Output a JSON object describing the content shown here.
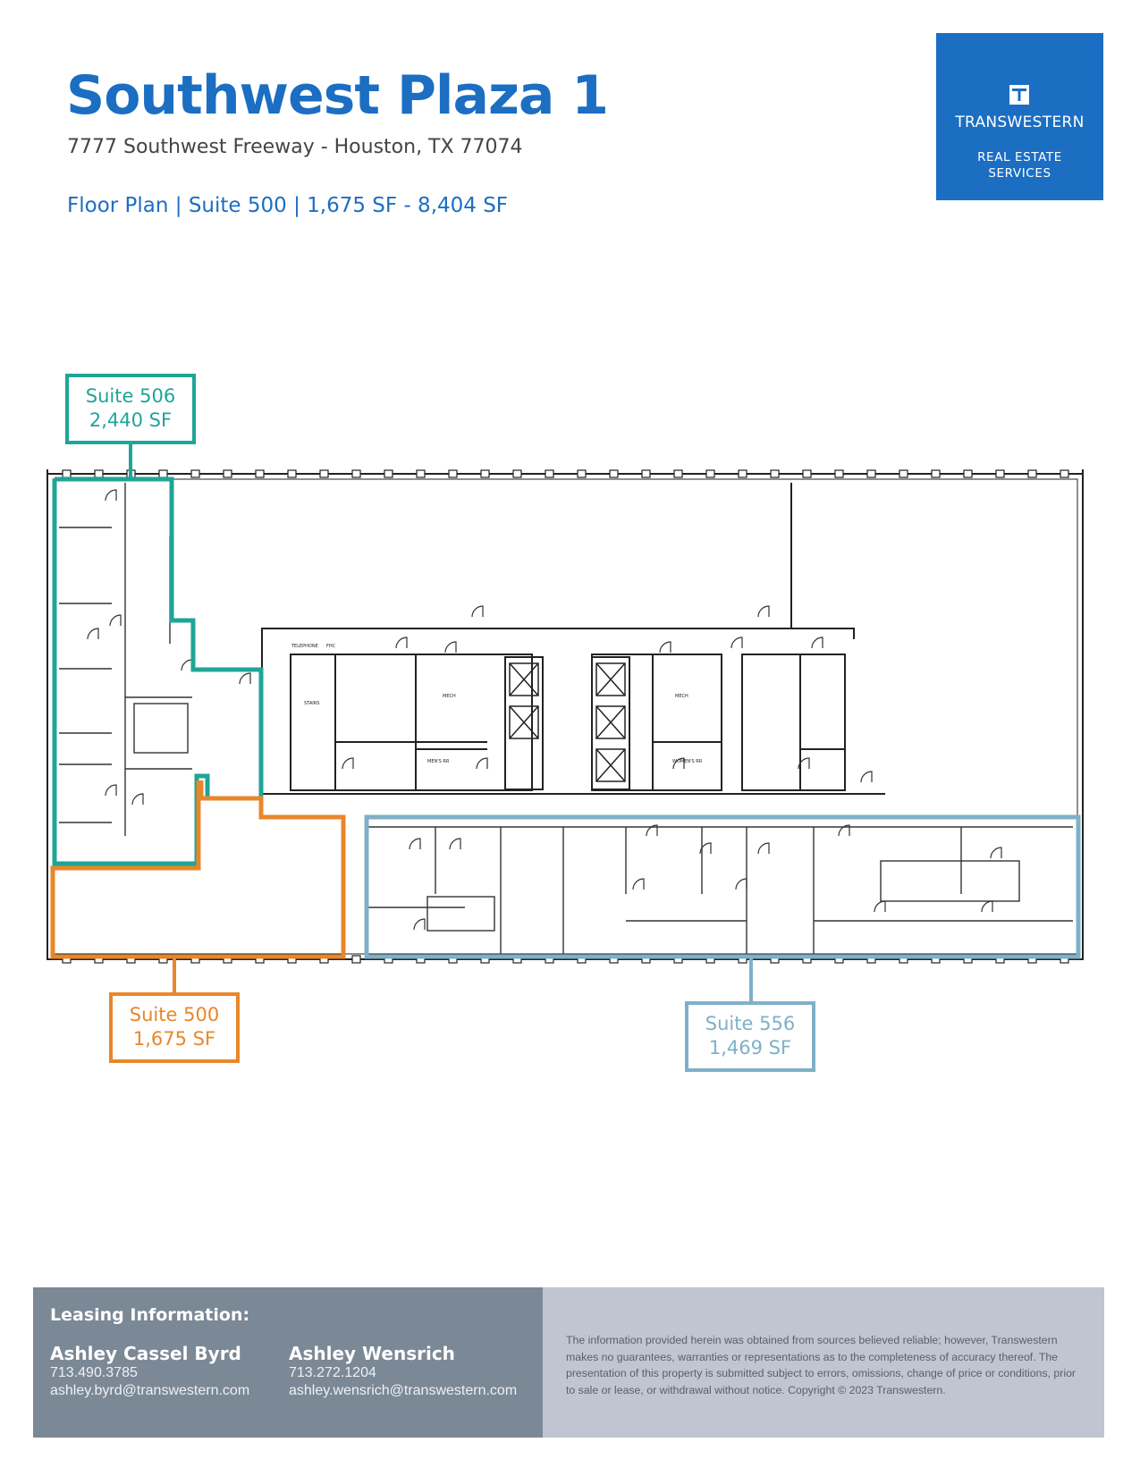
{
  "header": {
    "title": "Southwest Plaza 1",
    "address": "7777 Southwest Freeway - Houston, TX 77074",
    "subtitle": "Floor Plan | Suite 500 |  1,675 SF - 8,404 SF"
  },
  "logo": {
    "name": "TRANSWESTERN",
    "tagline": "REAL ESTATE\nSERVICES",
    "color": "#1b6ec2"
  },
  "plan": {
    "suites": [
      {
        "name": "Suite 506",
        "area": "2,440 SF",
        "color": "#1fa597"
      },
      {
        "name": "Suite 500",
        "area": "1,675 SF",
        "color": "#e8872a"
      },
      {
        "name": "Suite 556",
        "area": "1,469 SF",
        "color": "#7fb0c8"
      }
    ],
    "room_labels": [
      "STAIRS",
      "MECH",
      "MEN'S RR",
      "MECH",
      "WOMEN'S RR",
      "TELEPHONE",
      "FHC"
    ]
  },
  "footer": {
    "heading": "Leasing Information:",
    "contacts": [
      {
        "name": "Ashley Cassel Byrd",
        "phone": "713.490.3785",
        "email": "ashley.byrd@transwestern.com"
      },
      {
        "name": "Ashley Wensrich",
        "phone": "713.272.1204",
        "email": "ashley.wensrich@transwestern.com"
      }
    ],
    "disclaimer": "The information provided herein was obtained from sources believed reliable; however, Transwestern makes no guarantees, warranties or representations as to the completeness of accuracy thereof. The presentation of this property is submitted subject to errors, omissions, change of price or conditions, prior to sale or lease, or withdrawal without notice. Copyright © 2023 Transwestern."
  }
}
